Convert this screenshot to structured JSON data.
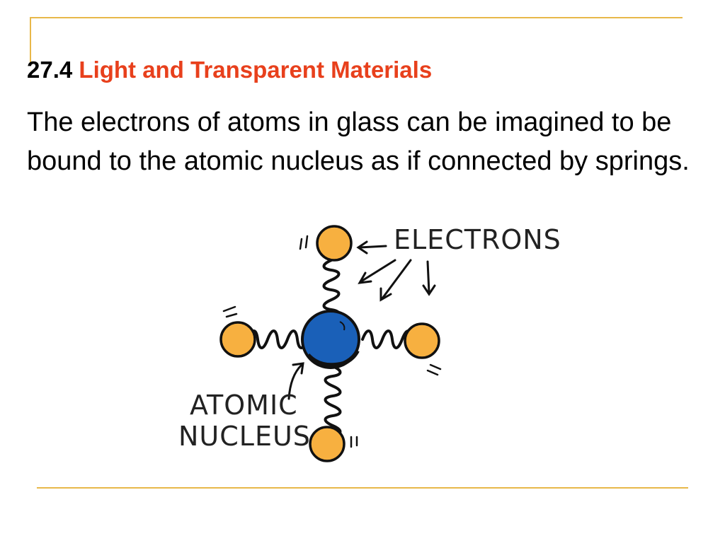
{
  "slide": {
    "section_number": "27.4",
    "section_title": "Light and Transparent Materials",
    "body": "The electrons of atoms in glass can be imagined to be bound to the atomic nucleus as if connected by springs."
  },
  "figure": {
    "label_electrons": "ELECTRONS",
    "label_nucleus_line1": "ATOMIC",
    "label_nucleus_line2": "NUCLEUS"
  },
  "colors": {
    "accent_rule": "#e8b84a",
    "title_accent": "#e8401c",
    "electron_fill": "#f7b040",
    "nucleus_fill": "#1a60b8"
  }
}
